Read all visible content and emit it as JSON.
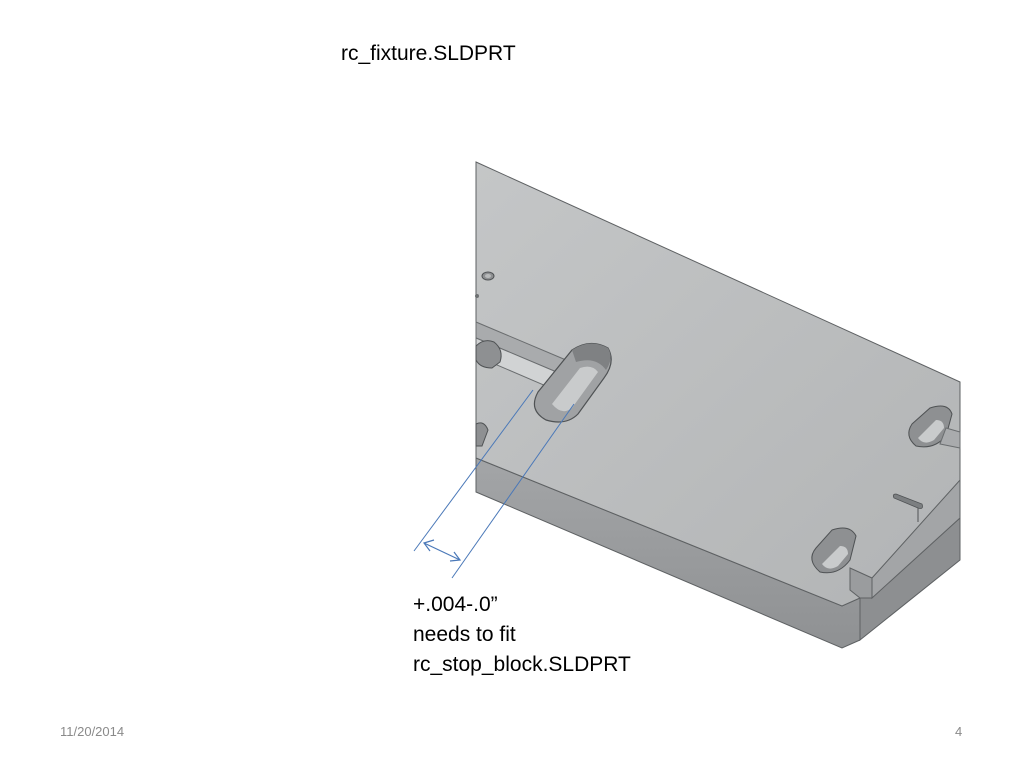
{
  "slide": {
    "title": "rc_fixture.SLDPRT",
    "callout": {
      "tolerance": "+.004-.0”",
      "note": "needs to fit",
      "part": "rc_stop_block.SLDPRT"
    },
    "footer": {
      "date": "11/20/2014",
      "page_number": "4"
    }
  },
  "colors": {
    "plate_top": "#bdbfc0",
    "plate_side": "#9c9ea0",
    "plate_edge": "#5e6163",
    "dimension_line": "#4a78b8"
  }
}
